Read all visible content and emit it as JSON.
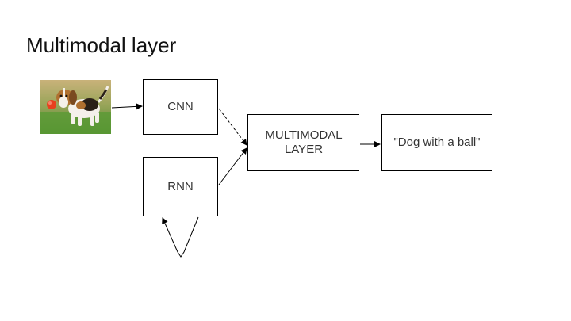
{
  "slide": {
    "title": "Multimodal layer"
  },
  "nodes": {
    "image": {
      "icon": "dog-with-ball-photo"
    },
    "cnn": {
      "label": "CNN"
    },
    "rnn": {
      "label": "RNN"
    },
    "multimodal": {
      "label": "MULTIMODAL\nLAYER"
    },
    "output": {
      "label": "\"Dog with a ball\""
    }
  },
  "edges": [
    {
      "from": "image",
      "to": "cnn",
      "style": "solid"
    },
    {
      "from": "cnn",
      "to": "multimodal",
      "style": "dashed"
    },
    {
      "from": "rnn",
      "to": "multimodal",
      "style": "solid"
    },
    {
      "from": "multimodal",
      "to": "output",
      "style": "solid"
    },
    {
      "from": "rnn",
      "to": "rnn",
      "style": "solid",
      "kind": "recurrent-loop"
    }
  ],
  "colors": {
    "stroke": "#000000",
    "text": "#333333"
  }
}
